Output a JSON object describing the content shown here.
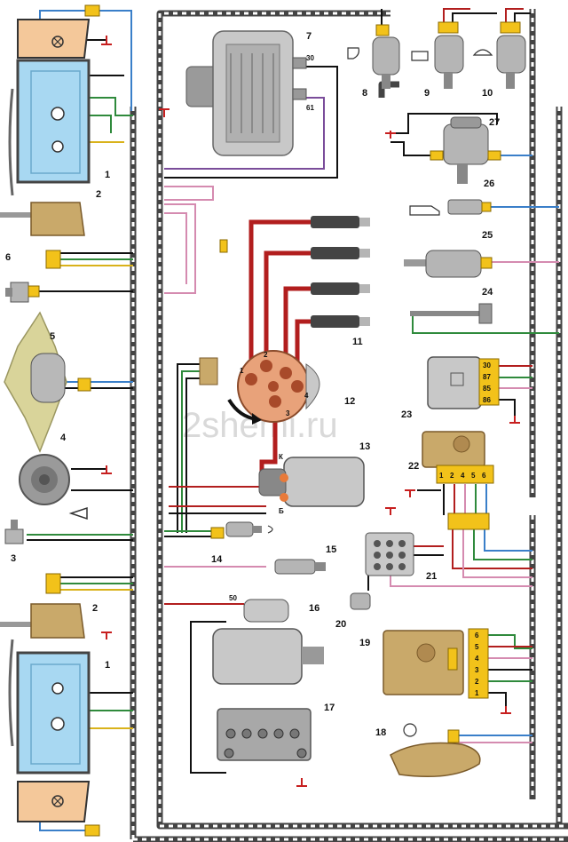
{
  "watermark": "2shemi.ru",
  "component_labels": {
    "c1_top": "1",
    "c1_bottom": "1",
    "c2_top": "2",
    "c2_bottom": "2",
    "c3": "3",
    "c4": "4",
    "c5": "5",
    "c6": "6",
    "c7": "7",
    "c8": "8",
    "c9": "9",
    "c10": "10",
    "c11": "11",
    "c12": "12",
    "c13": "13",
    "c14": "14",
    "c15": "15",
    "c16": "16",
    "c17": "17",
    "c18": "18",
    "c19": "19",
    "c20": "20",
    "c21": "21",
    "c22": "22",
    "c23": "23",
    "c24": "24",
    "c25": "25",
    "c26": "26",
    "c27": "27"
  },
  "alternator_terminals": {
    "t30": "30",
    "t61": "61"
  },
  "distributor_terminals": {
    "d1": "1",
    "d2": "2",
    "d3": "3",
    "d4": "4"
  },
  "coil_terminals": {
    "k": "К",
    "b": "Б"
  },
  "starter_terminal": "50",
  "relay23_pins": [
    "30",
    "87",
    "85",
    "86"
  ],
  "switch22_pins": [
    "1",
    "2",
    "4",
    "5",
    "6"
  ],
  "switch19_pins": [
    "6",
    "5",
    "4",
    "3",
    "2",
    "1"
  ],
  "colors": {
    "wire_gray": "#555555",
    "wire_red": "#b21e1e",
    "wire_green": "#2f8a3c",
    "wire_blue": "#3a7fc9",
    "wire_pink": "#d58bb0",
    "wire_brown": "#8a5a2b",
    "wire_purple": "#7a4c9a",
    "connector_yellow": "#f2c21a",
    "headlamp_glass": "#a8d8f2",
    "lamp_orange": "#f4c89a"
  }
}
